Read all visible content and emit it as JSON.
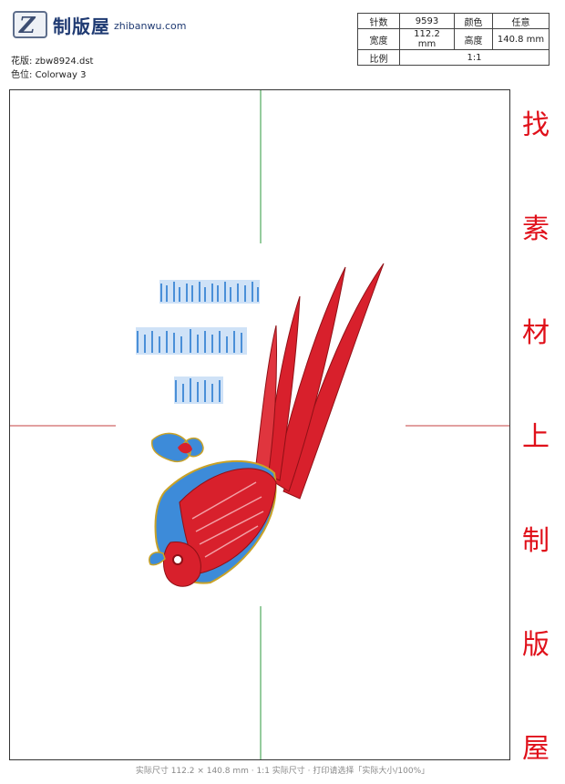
{
  "logo": {
    "mark": "Z",
    "name_cn": "制版屋",
    "name_en": "zhibanwu.com"
  },
  "info": {
    "file_label": "花版:",
    "file_value": "zbw8924.dst",
    "color_label": "色位:",
    "color_value": "Colorway 3"
  },
  "spec_table": {
    "stitches_label": "针数",
    "stitches_value": "9593",
    "colors_label": "颜色",
    "colors_value": "任意",
    "width_label": "宽度",
    "width_value": "112.2 mm",
    "height_label": "高度",
    "height_value": "140.8 mm",
    "ratio_label": "比例",
    "ratio_value": "1:1"
  },
  "side_text": [
    "找",
    "素",
    "材",
    "上",
    "制",
    "版",
    "屋"
  ],
  "footer": "实际尺寸 112.2 × 140.8 mm · 1:1 实际尺寸 · 打印请选择「实际大小/100%」",
  "colors": {
    "bird_red": "#d8202c",
    "bird_blue": "#3d8bd9",
    "text_blue": "#4a8fd8",
    "guide_green": "#2e9a3c",
    "guide_red": "#c44040",
    "accent_red": "#e0101a"
  }
}
